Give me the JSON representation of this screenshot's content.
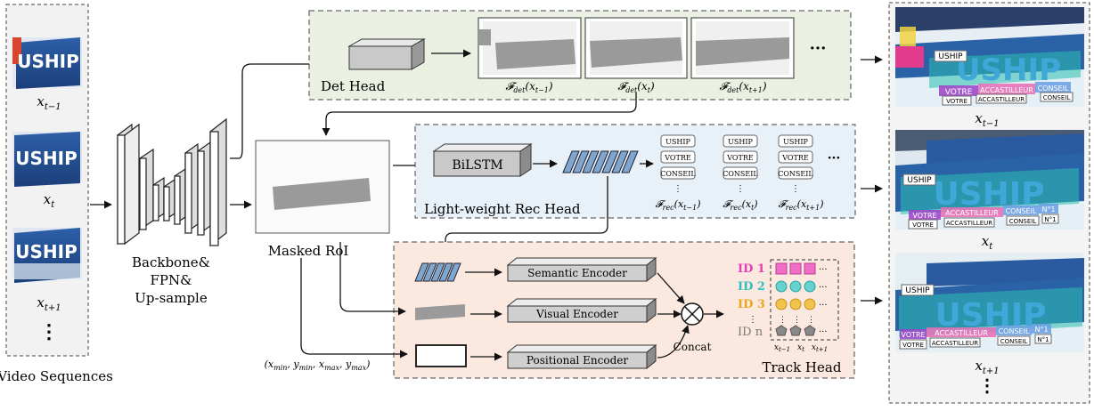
{
  "video": {
    "caption": "Video Sequences",
    "frames": [
      {
        "sign": "USHIP",
        "label": "x",
        "sub": "t−1"
      },
      {
        "sign": "USHIP",
        "label": "x",
        "sub": "t"
      },
      {
        "sign": "USHIP",
        "label": "x",
        "sub": "t+1"
      }
    ],
    "ellipsis": "⋮"
  },
  "backbone": {
    "line1": "Backbone&",
    "line2": "FPN&",
    "line3": "Up-sample"
  },
  "masked_roi": {
    "label": "Masked RoI"
  },
  "det_head": {
    "label": "Det Head",
    "ellipsis": "···",
    "outputs": [
      {
        "f": "𝓕",
        "sub": "det",
        "arg": "(x",
        "argsub": "t−1",
        "close": ")"
      },
      {
        "f": "𝓕",
        "sub": "det",
        "arg": "(x",
        "argsub": "t",
        "close": ")"
      },
      {
        "f": "𝓕",
        "sub": "det",
        "arg": "(x",
        "argsub": "t+1",
        "close": ")"
      }
    ]
  },
  "rec_head": {
    "label": "Light-weight Rec Head",
    "bilstm": "BiLSTM",
    "ellipsis": "···",
    "words": [
      "USHIP",
      "VOTRE",
      "CONSEIL"
    ],
    "outputs": [
      {
        "f": "𝓕",
        "sub": "rec",
        "arg": "(x",
        "argsub": "t−1",
        "close": ")"
      },
      {
        "f": "𝓕",
        "sub": "rec",
        "arg": "(x",
        "argsub": "t",
        "close": ")"
      },
      {
        "f": "𝓕",
        "sub": "rec",
        "arg": "(x",
        "argsub": "t+1",
        "close": ")"
      }
    ]
  },
  "track_head": {
    "label": "Track Head",
    "semantic": "Semantic Encoder",
    "visual": "Visual Encoder",
    "positional": "Positional Encoder",
    "concat": "Concat",
    "coords": "(x",
    "coords_parts": {
      "a": "min",
      "b": "min",
      "c": "max",
      "d": "max"
    },
    "ids": [
      {
        "label": "ID 1",
        "color": "#e63fb5"
      },
      {
        "label": "ID 2",
        "color": "#2fbfbf"
      },
      {
        "label": "ID 3",
        "color": "#e8a81e"
      },
      {
        "label": "ID n",
        "color": "#777777"
      }
    ],
    "cols": [
      "t−1",
      "t",
      "t+1"
    ]
  },
  "results": {
    "frames": [
      {
        "label": "x",
        "sub": "t−1"
      },
      {
        "label": "x",
        "sub": "t"
      },
      {
        "label": "x",
        "sub": "t+1"
      }
    ],
    "tags": {
      "uship": "USHIP",
      "votre": "VOTRE",
      "accastilleur": "ACCASTILLEUR",
      "conseil": "CONSEIL",
      "n1": "N°1"
    }
  }
}
